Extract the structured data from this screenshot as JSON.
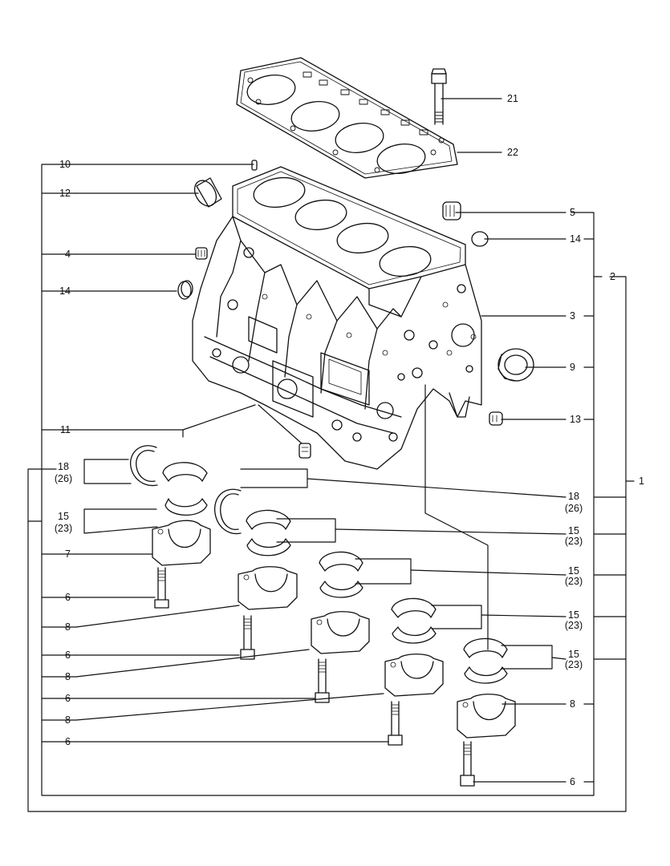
{
  "labels": {
    "l10": "10",
    "l12": "12",
    "l4": "4",
    "l14a": "14",
    "l11": "11",
    "l18a": "18",
    "l18a_sub": "(26)",
    "l15a": "15",
    "l15a_sub": "(23)",
    "l7": "7",
    "l6a": "6",
    "l8a": "8",
    "l6b": "6",
    "l8b": "8",
    "l6c": "6",
    "l8c": "8",
    "l6d": "6",
    "l21": "21",
    "l22": "22",
    "l5": "5",
    "l14b": "14",
    "l2": "2",
    "l3": "3",
    "l9": "9",
    "l13": "13",
    "l1": "1",
    "l18b": "18",
    "l18b_sub": "(26)",
    "l15b": "15",
    "l15b_sub": "(23)",
    "l15c": "15",
    "l15c_sub": "(23)",
    "l15d": "15",
    "l15d_sub": "(23)",
    "l15e": "15",
    "l15e_sub": "(23)",
    "l8d": "8",
    "l6e": "6"
  }
}
